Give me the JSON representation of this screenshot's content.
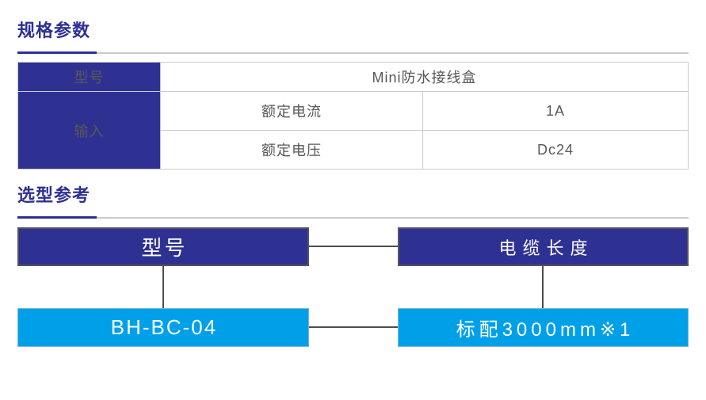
{
  "colors": {
    "navy": "#2e3192",
    "cyan": "#00a0e9",
    "border_gray": "#c9caca",
    "table_text_gray": "#595757",
    "connector_gray": "#4d4d4d"
  },
  "spec": {
    "heading": "规格参数",
    "table": {
      "model_label": "型号",
      "model_value": "Mini防水接线盒",
      "input_label": "输入",
      "rows": [
        {
          "param": "额定电流",
          "value": "1A"
        },
        {
          "param": "额定电压",
          "value": "Dc24"
        }
      ]
    }
  },
  "selection": {
    "heading": "选型参考",
    "diagram": {
      "headers": [
        {
          "label": "型号"
        },
        {
          "label": "电缆长度"
        }
      ],
      "values": [
        {
          "label": "BH-BC-04"
        },
        {
          "label": "标配3000mm※1"
        }
      ]
    }
  }
}
